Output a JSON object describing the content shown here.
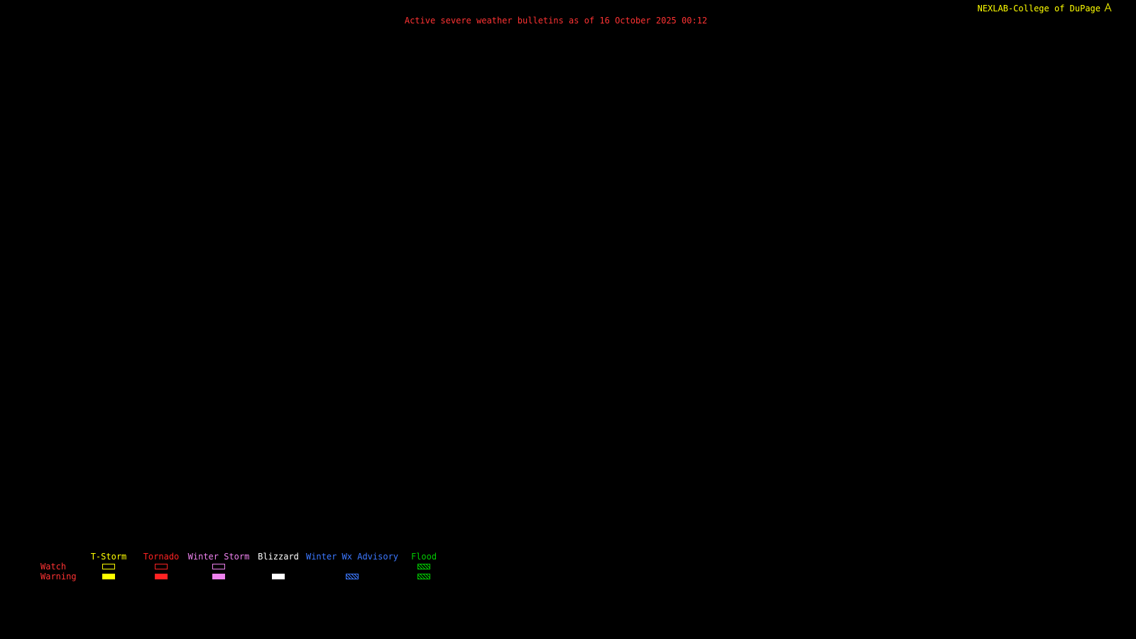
{
  "header": {
    "brand": "NEXLAB-College of DuPage",
    "title": "Active severe weather bulletins as of 16 October 2025 00:12"
  },
  "legend": {
    "watch_label": "Watch",
    "warning_label": "Warning",
    "label_color": "#ff3333",
    "columns": [
      {
        "label": "T-Storm",
        "color": "#ffff00",
        "watch": "outline",
        "warning": "filled"
      },
      {
        "label": "Tornado",
        "color": "#ff2222",
        "watch": "outline",
        "warning": "filled"
      },
      {
        "label": "Winter Storm",
        "color": "#ee82ee",
        "watch": "outline",
        "warning": "filled"
      },
      {
        "label": "Blizzard",
        "color": "#ffffff",
        "watch": "none",
        "warning": "filled"
      },
      {
        "label": "Winter Wx Advisory",
        "color": "#3c78ff",
        "watch": "none",
        "warning": "hatched"
      },
      {
        "label": "Flood",
        "color": "#00cc00",
        "watch": "hatched",
        "warning": "hatched"
      }
    ]
  },
  "colors": {
    "background": "#000000",
    "brand": "#ffff00",
    "title": "#ff3333"
  }
}
